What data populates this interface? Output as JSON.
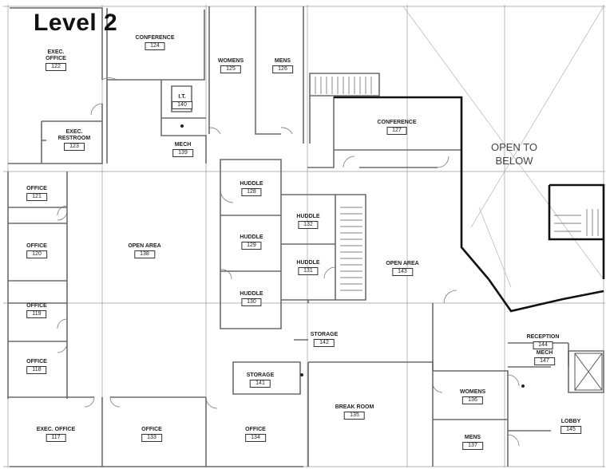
{
  "title": "Level 2",
  "open_to_below": [
    "OPEN TO",
    "BELOW"
  ],
  "rooms": [
    {
      "id": "exec-office-122",
      "name": "EXEC. OFFICE",
      "num": "122"
    },
    {
      "id": "conference-124",
      "name": "CONFERENCE",
      "num": "124"
    },
    {
      "id": "womens-125",
      "name": "WOMENS",
      "num": "125"
    },
    {
      "id": "mens-126",
      "name": "MENS",
      "num": "126"
    },
    {
      "id": "it-140",
      "name": "I.T.",
      "num": "140"
    },
    {
      "id": "exec-restroom-123",
      "name": "EXEC. RESTROOM",
      "num": "123"
    },
    {
      "id": "mech-139",
      "name": "MECH",
      "num": "139"
    },
    {
      "id": "conference-127",
      "name": "CONFERENCE",
      "num": "127"
    },
    {
      "id": "office-121",
      "name": "OFFICE",
      "num": "121"
    },
    {
      "id": "office-120",
      "name": "OFFICE",
      "num": "120"
    },
    {
      "id": "office-119",
      "name": "OFFICE",
      "num": "119"
    },
    {
      "id": "office-118",
      "name": "OFFICE",
      "num": "118"
    },
    {
      "id": "open-area-138",
      "name": "OPEN AREA",
      "num": "138"
    },
    {
      "id": "huddle-128",
      "name": "HUDDLE",
      "num": "128"
    },
    {
      "id": "huddle-129",
      "name": "HUDDLE",
      "num": "129"
    },
    {
      "id": "huddle-130",
      "name": "HUDDLE",
      "num": "130"
    },
    {
      "id": "huddle-132",
      "name": "HUDDLE",
      "num": "132"
    },
    {
      "id": "huddle-131",
      "name": "HUDDLE",
      "num": "131"
    },
    {
      "id": "open-area-143",
      "name": "OPEN AREA",
      "num": "143"
    },
    {
      "id": "storage-142",
      "name": "STORAGE",
      "num": "142"
    },
    {
      "id": "storage-141",
      "name": "STORAGE",
      "num": "141"
    },
    {
      "id": "reception-144",
      "name": "RECEPTION",
      "num": "144"
    },
    {
      "id": "mech-147",
      "name": "MECH",
      "num": "147"
    },
    {
      "id": "break-room-135",
      "name": "BREAK ROOM",
      "num": "135"
    },
    {
      "id": "womens-136",
      "name": "WOMENS",
      "num": "136"
    },
    {
      "id": "mens-137",
      "name": "MENS",
      "num": "137"
    },
    {
      "id": "lobby-145",
      "name": "LOBBY",
      "num": "145"
    },
    {
      "id": "exec-office-117",
      "name": "EXEC. OFFICE",
      "num": "117"
    },
    {
      "id": "office-133",
      "name": "OFFICE",
      "num": "133"
    },
    {
      "id": "office-134",
      "name": "OFFICE",
      "num": "134"
    }
  ]
}
